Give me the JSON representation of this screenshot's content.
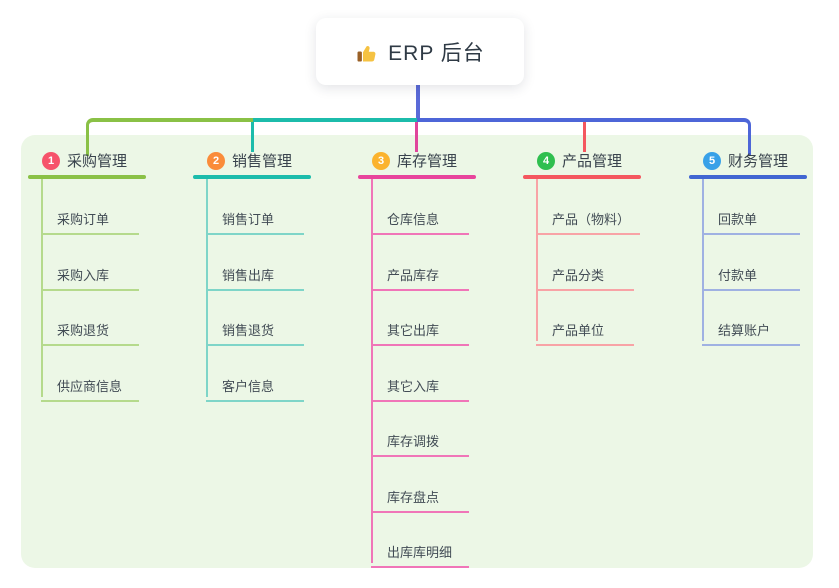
{
  "root": {
    "title": "ERP 后台",
    "icon": "thumbs-up-icon"
  },
  "colors": {
    "panel_bg": "#ecf7e6",
    "root_connector": "#5a6ad8",
    "connector_green": "#8ac146",
    "connector_teal": "#1cbcab",
    "connector_blue": "#4d66d8",
    "connector_magenta": "#e0459c",
    "connector_red": "#f4575f"
  },
  "branches": [
    {
      "num": "1",
      "label": "采购管理",
      "colors": {
        "circle": "#f6536b",
        "line": "#8ac146",
        "light": "#b5da8c"
      },
      "children": [
        "采购订单",
        "采购入库",
        "采购退货",
        "供应商信息"
      ]
    },
    {
      "num": "2",
      "label": "销售管理",
      "colors": {
        "circle": "#fa8c3a",
        "line": "#1cbcab",
        "light": "#7ed5c8"
      },
      "children": [
        "销售订单",
        "销售出库",
        "销售退货",
        "客户信息"
      ]
    },
    {
      "num": "3",
      "label": "库存管理",
      "colors": {
        "circle": "#fbb32e",
        "line": "#e8459c",
        "light": "#f075b8"
      },
      "children": [
        "仓库信息",
        "产品库存",
        "其它出库",
        "其它入库",
        "库存调拨",
        "库存盘点",
        "出库库明细"
      ]
    },
    {
      "num": "4",
      "label": "产品管理",
      "colors": {
        "circle": "#2fbf4f",
        "line": "#f4575f",
        "light": "#f8a3a6"
      },
      "children": [
        "产品（物料）",
        "产品分类",
        "产品单位"
      ]
    },
    {
      "num": "5",
      "label": "财务管理",
      "colors": {
        "circle": "#38a1e8",
        "line": "#4166d2",
        "light": "#9fb1e2"
      },
      "children": [
        "回款单",
        "付款单",
        "结算账户"
      ]
    }
  ]
}
